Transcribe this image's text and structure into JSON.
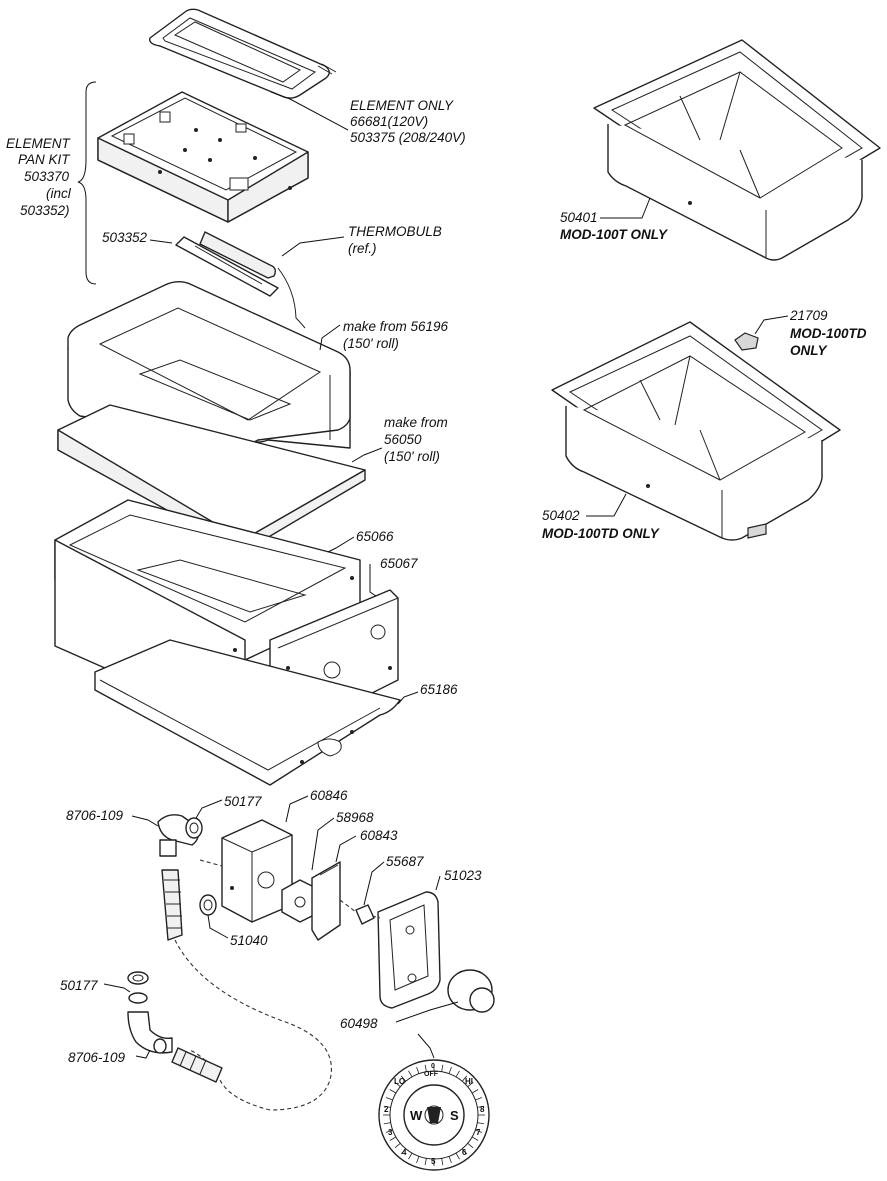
{
  "labels": {
    "element_only": "ELEMENT ONLY",
    "element_only_120": "66681(120V)",
    "element_only_208": "503375 (208/240V)",
    "element_pan_kit_1": "ELEMENT",
    "element_pan_kit_2": "PAN KIT",
    "element_pan_kit_3": "503370",
    "element_pan_kit_4": "(incl",
    "element_pan_kit_5": "503352)",
    "p503352": "503352",
    "thermobulb": "THERMOBULB",
    "thermobulb_ref": "(ref.)",
    "make_from_56196": "make from 56196",
    "roll_1": "(150' roll)",
    "make_from": "make from",
    "p56050": "56050",
    "roll_2": "(150' roll)",
    "p65066": "65066",
    "p65067": "65067",
    "p65186": "65186",
    "p50401": "50401",
    "mod100t_only": "MOD-100T ONLY",
    "p21709": "21709",
    "mod100td_1": "MOD-100TD",
    "mod100td_2": "ONLY",
    "p50402": "50402",
    "mod100td_only": "MOD-100TD ONLY",
    "p8706_109_top": "8706-109",
    "p50177_top": "50177",
    "p60846": "60846",
    "p58968": "58968",
    "p60843": "60843",
    "p55687": "55687",
    "p51023": "51023",
    "p51040": "51040",
    "p50177_bottom": "50177",
    "p8706_109_bottom": "8706-109",
    "p60498": "60498"
  },
  "dial": {
    "off": "OFF",
    "zero": "0",
    "lo": "LO",
    "hi": "HI",
    "w": "W",
    "s": "S",
    "left_numbers": [
      "2",
      "3",
      "4"
    ],
    "right_numbers": [
      "8",
      "7",
      "6"
    ],
    "bottom_number": "5"
  },
  "colors": {
    "line": "#222222",
    "fill": "#ffffff",
    "shade": "#d8d8d8"
  }
}
